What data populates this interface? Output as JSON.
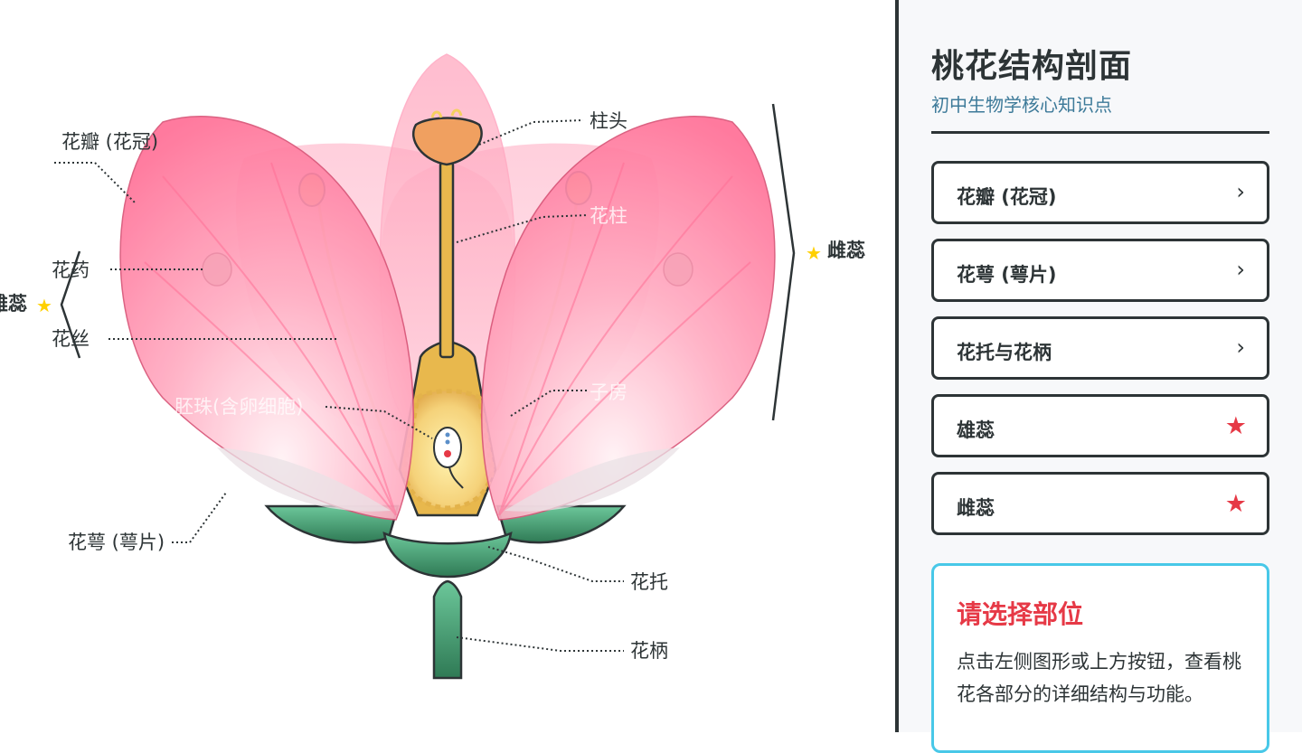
{
  "diagram": {
    "labels": {
      "petal": "花瓣 (花冠)",
      "stigma": "柱头",
      "style": "花柱",
      "pistil_bracket": "雌蕊",
      "anther": "花药",
      "stamen_bracket": "雄蕊",
      "filament": "花丝",
      "ovary": "子房",
      "ovule": "胚珠(含卵细胞)",
      "sepal": "花萼 (萼片)",
      "receptacle": "花托",
      "pedicel": "花柄"
    },
    "star_glyph": "★",
    "colors": {
      "petal": "#ff7aa0",
      "sepal": "#3a9e6e",
      "pistil": "#e8b84d",
      "star": "#ffd000",
      "outline": "#2d3436"
    }
  },
  "panel": {
    "title": "桃花结构剖面",
    "subtitle": "初中生物学核心知识点",
    "buttons": [
      {
        "label": "花瓣 (花冠)",
        "mark": "›"
      },
      {
        "label": "花萼 (萼片)",
        "mark": "›"
      },
      {
        "label": "花托与花柄",
        "mark": "›"
      },
      {
        "label": "雄蕊",
        "mark": "★"
      },
      {
        "label": "雌蕊",
        "mark": "★"
      }
    ],
    "info": {
      "title": "请选择部位",
      "body": "点击左侧图形或上方按钮，查看桃花各部分的详细结构与功能。"
    }
  }
}
